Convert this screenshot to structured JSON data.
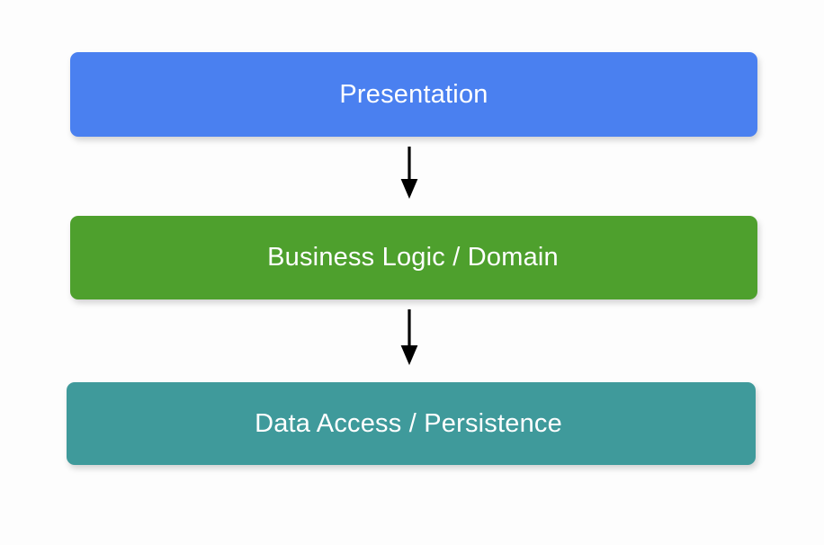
{
  "diagram": {
    "type": "layered-architecture-flow",
    "title": "",
    "background_color": "#fdfdfd",
    "orientation": "vertical-top-down",
    "layers": [
      {
        "id": "presentation",
        "label": "Presentation",
        "color": "#4a80f0",
        "text_color": "#ffffff"
      },
      {
        "id": "business-logic",
        "label": "Business Logic / Domain",
        "color": "#4ea02d",
        "text_color": "#ffffff"
      },
      {
        "id": "data-access",
        "label": "Data Access / Persistence",
        "color": "#3f9a9b",
        "text_color": "#ffffff"
      }
    ],
    "connectors": [
      {
        "id": "presentation-to-business",
        "from": "presentation",
        "to": "business-logic",
        "style": "solid-arrow",
        "color": "#000000",
        "label": ""
      },
      {
        "id": "business-to-data",
        "from": "business-logic",
        "to": "data-access",
        "style": "solid-arrow",
        "color": "#000000",
        "label": ""
      }
    ]
  }
}
